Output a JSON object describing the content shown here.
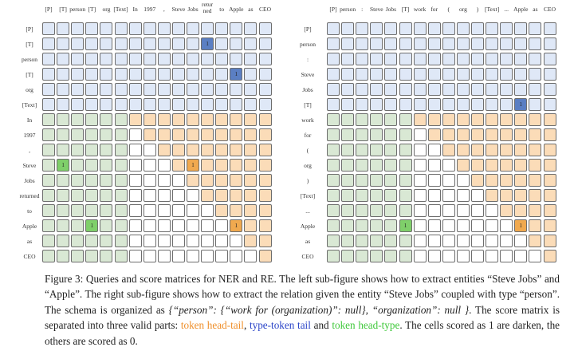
{
  "figure": {
    "left": {
      "col_labels": [
        "[P]",
        "[T]",
        "person",
        "[T]",
        "org",
        "[Text]",
        "In",
        "1997",
        ",",
        "Steve",
        "Jobs",
        "retur\nned",
        "to",
        "Apple",
        "as",
        "CEO"
      ],
      "row_labels": [
        "[P]",
        "[T]",
        "person",
        "[T]",
        "org",
        "[Text]",
        "In",
        "1997",
        ",",
        "Steve",
        "Jobs",
        "returned",
        "to",
        "Apple",
        "as",
        "CEO"
      ],
      "marked_cells": [
        {
          "row": 1,
          "col": 11,
          "value": "1",
          "kind": "type-token"
        },
        {
          "row": 3,
          "col": 13,
          "value": "1",
          "kind": "type-token"
        },
        {
          "row": 9,
          "col": 1,
          "value": "1",
          "kind": "head-type"
        },
        {
          "row": 9,
          "col": 10,
          "value": "1",
          "kind": "head-tail"
        },
        {
          "row": 13,
          "col": 3,
          "value": "1",
          "kind": "head-type"
        },
        {
          "row": 13,
          "col": 13,
          "value": "1",
          "kind": "head-tail"
        }
      ]
    },
    "right": {
      "col_labels": [
        "[P]",
        "person",
        ":",
        "Steve",
        "Jobs",
        "[T]",
        "work",
        "for",
        "(",
        "org",
        ")",
        "[Text]",
        "...",
        "Apple",
        "as",
        "CEO"
      ],
      "row_labels": [
        "[P]",
        "person",
        ":",
        "Steve",
        "Jobs",
        "[T]",
        "work",
        "for",
        "(",
        "org",
        ")",
        "[Text]",
        "...",
        "Apple",
        "as",
        "CEO"
      ],
      "marked_cells": [
        {
          "row": 5,
          "col": 13,
          "value": "1",
          "kind": "type-token"
        },
        {
          "row": 13,
          "col": 5,
          "value": "1",
          "kind": "head-type"
        },
        {
          "row": 13,
          "col": 13,
          "value": "1",
          "kind": "head-tail"
        }
      ]
    },
    "colors": {
      "type_token_region": "#dfe8f7",
      "head_tail_region": "#fbdcb8",
      "head_type_region": "#d9e8d4",
      "type_token_marked": "#5b7fc3",
      "head_tail_marked": "#f0a94f",
      "head_type_marked": "#7fcf6a"
    }
  },
  "caption": {
    "p1": "Figure 3: Queries and score matrices for NER and RE. The left sub-figure shows how to extract entities “Steve Jobs” and “Apple”. The right sub-figure shows how to extract the relation given the entity “Steve Jobs” coupled with type “person”. The schema is organized as ",
    "schema": "{“person”: {“work for (organization)”: null}, “organization”: null }",
    "p2": ". The score matrix is separated into three valid parts: ",
    "part1": "token head-tail",
    "sep1": ", ",
    "part2": "type-token tail",
    "sep2": " and ",
    "part3": "token head-type",
    "p3": ". The cells scored as 1 are darken, the others are scored as 0."
  }
}
